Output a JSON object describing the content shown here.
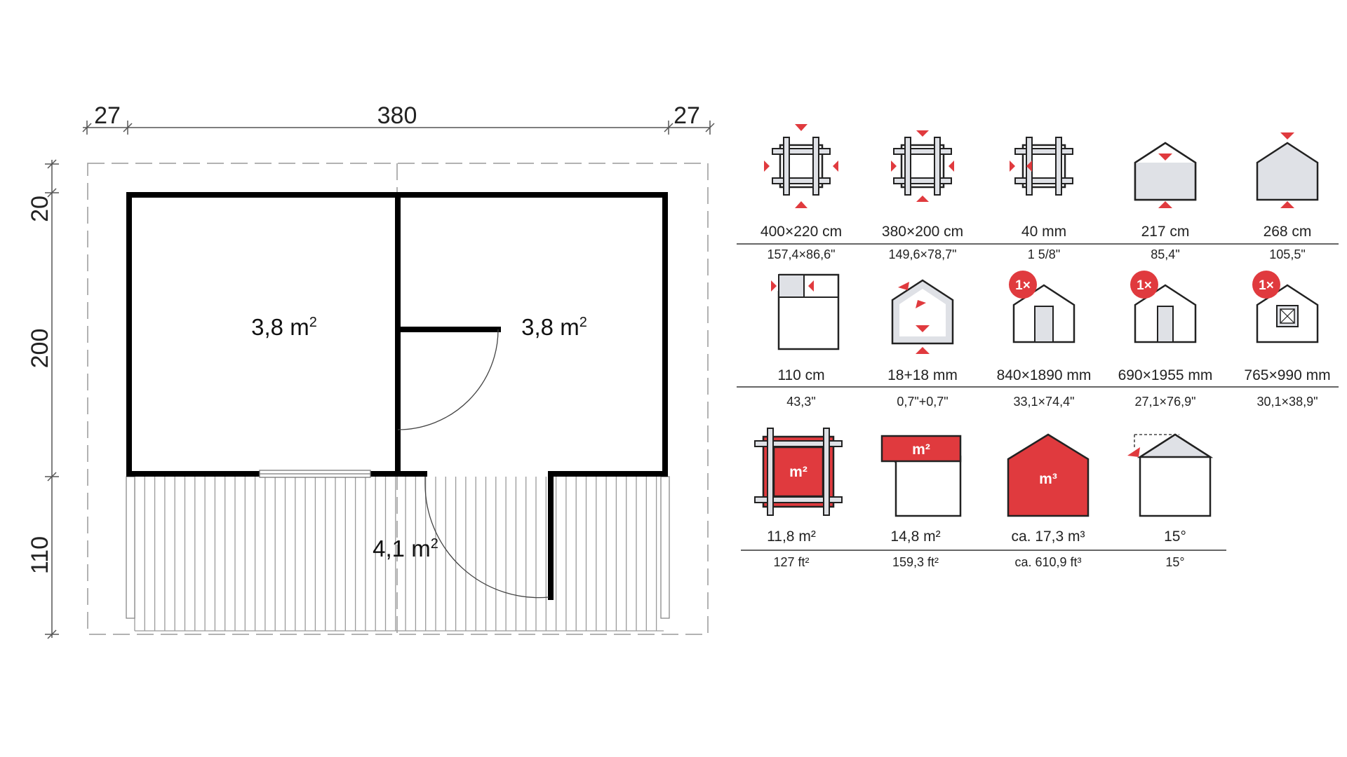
{
  "plan": {
    "dims_top": [
      "27",
      "380",
      "27"
    ],
    "dims_left": [
      "20",
      "200",
      "110"
    ],
    "rooms": [
      {
        "area": "3,8",
        "unit": "m",
        "exp": "2"
      },
      {
        "area": "3,8",
        "unit": "m",
        "exp": "2"
      },
      {
        "area": "4,1",
        "unit": "m",
        "exp": "2"
      }
    ]
  },
  "specs": {
    "rows": [
      [
        {
          "icon": "outer-size-icon",
          "main": "400×220 cm",
          "sub": "157,4×86,6\""
        },
        {
          "icon": "inner-size-icon",
          "main": "380×200 cm",
          "sub": "149,6×78,7\""
        },
        {
          "icon": "wall-thickness-icon",
          "main": "40 mm",
          "sub": "1 5/8\""
        },
        {
          "icon": "wall-height-icon",
          "main": "217 cm",
          "sub": "85,4\""
        },
        {
          "icon": "ridge-height-icon",
          "main": "268 cm",
          "sub": "105,5\""
        }
      ],
      [
        {
          "icon": "roof-overhang-icon",
          "main": "110 cm",
          "sub": "43,3\""
        },
        {
          "icon": "roof-floor-thickness-icon",
          "main": "18+18 mm",
          "sub": "0,7\"+0,7\""
        },
        {
          "icon": "door-icon",
          "badge": "1×",
          "main": "840×1890 mm",
          "sub": "33,1×74,4\""
        },
        {
          "icon": "door-icon",
          "badge": "1×",
          "main": "690×1955 mm",
          "sub": "27,1×76,9\""
        },
        {
          "icon": "window-icon",
          "badge": "1×",
          "main": "765×990 mm",
          "sub": "30,1×38,9\""
        }
      ],
      [
        {
          "icon": "floor-area-icon",
          "unit": "m²",
          "main": "11,8 m²",
          "sub": "127 ft²"
        },
        {
          "icon": "roof-area-icon",
          "unit": "m²",
          "main": "14,8 m²",
          "sub": "159,3 ft²"
        },
        {
          "icon": "volume-icon",
          "unit": "m³",
          "main": "ca. 17,3 m³",
          "sub": "ca. 610,9 ft³"
        },
        {
          "icon": "roof-pitch-icon",
          "main": "15°",
          "sub": "15°"
        }
      ]
    ]
  },
  "colors": {
    "accent": "#e03a3e",
    "wall": "#000000",
    "fill": "#dfe1e6",
    "line": "#222222"
  }
}
